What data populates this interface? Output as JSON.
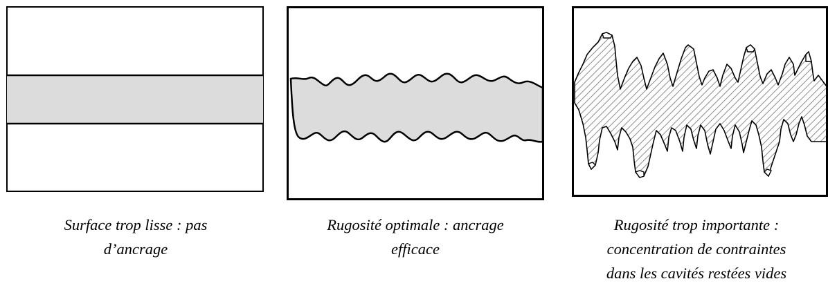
{
  "figure": {
    "panels": [
      {
        "id": "smooth",
        "caption_lines": [
          "Surface trop lisse : pas",
          "d’ancrage"
        ]
      },
      {
        "id": "optimal",
        "caption_lines": [
          "Rugosité optimale : ancrage",
          "efficace"
        ]
      },
      {
        "id": "rough",
        "caption_lines": [
          "Rugosité trop importante :",
          "concentration de contraintes",
          "dans les cavités restées vides"
        ]
      }
    ],
    "colors": {
      "fill_gray": "#dcdcdc",
      "stroke": "#000000",
      "hatch": "#8c8c8c"
    }
  }
}
